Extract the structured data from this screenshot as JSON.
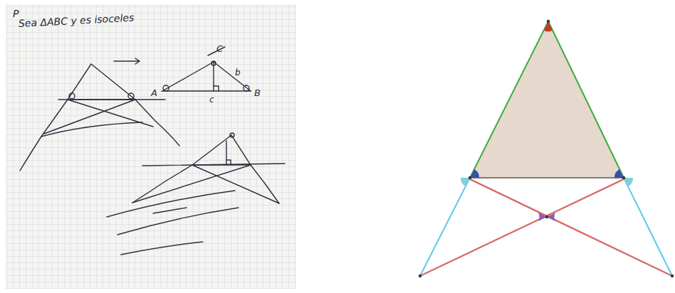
{
  "diagram": {
    "labels": [
      "P",
      "Sea ΔABC y es isoceles",
      "C",
      "A",
      "B",
      "b",
      "c"
    ]
  }
}
